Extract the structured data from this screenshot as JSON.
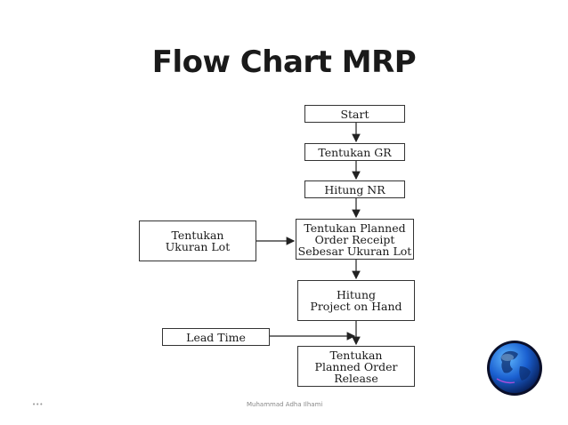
{
  "title": "Flow Chart MRP",
  "nodes": {
    "start": "Start",
    "gr": "Tentukan GR",
    "nr": "Hitung NR",
    "planned_receipt": "Tentukan Planned\nOrder Receipt\nSebesar Ukuran Lot",
    "lot_size": "Tentukan\nUkuran Lot",
    "project_on_hand": "Hitung\nProject on Hand",
    "lead_time": "Lead Time",
    "planned_release": "Tentukan\nPlanned Order\nRelease"
  },
  "footer": {
    "left": "•••",
    "center": "Muhammad Adha Ilhami"
  },
  "logo": {
    "icon": "globe-icon"
  }
}
